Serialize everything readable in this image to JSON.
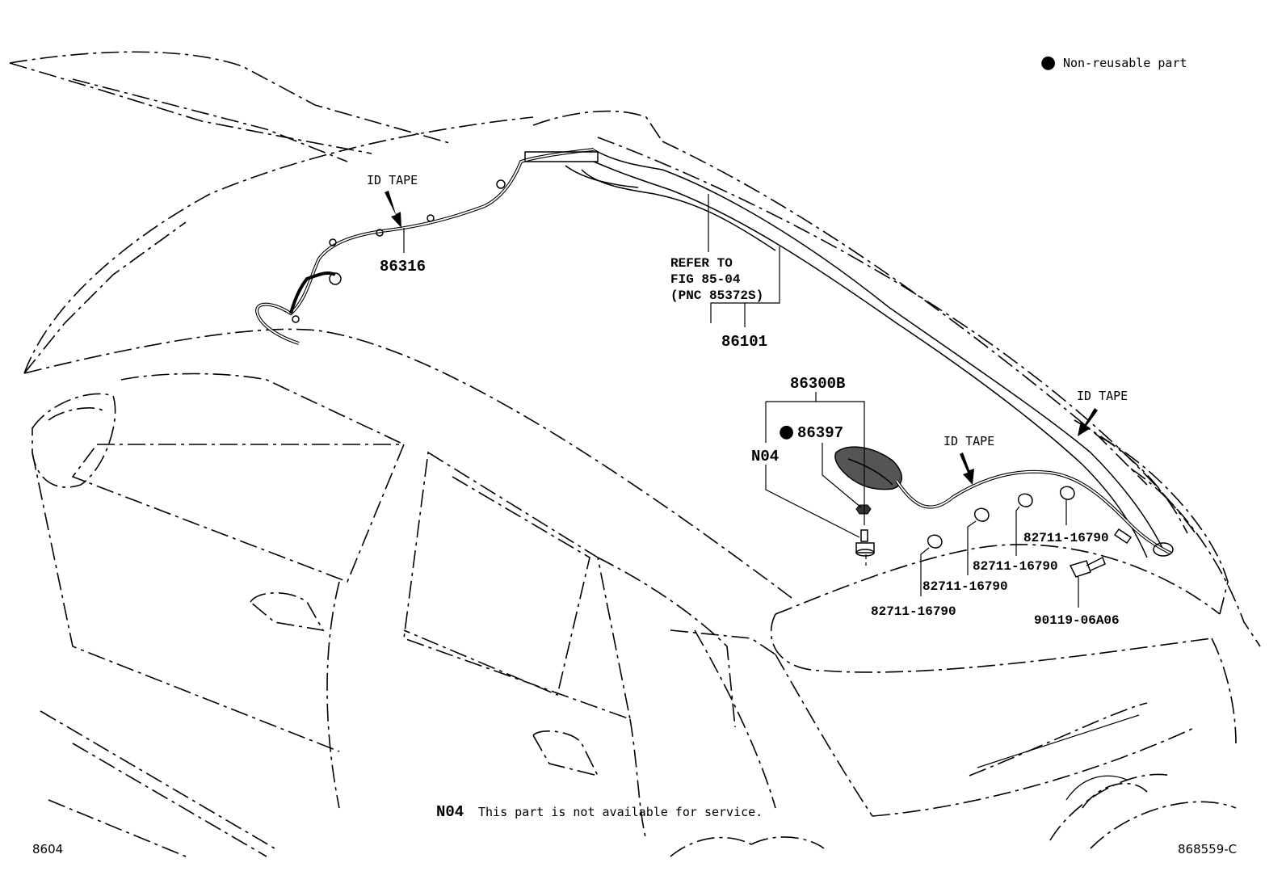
{
  "legend": {
    "marker": "●",
    "text": "Non-reusable part"
  },
  "labels": {
    "id_tape_left": "ID TAPE",
    "id_tape_mid": "ID TAPE",
    "id_tape_right": "ID TAPE",
    "part_86316": "86316",
    "refer_line1": "REFER TO",
    "refer_line2": "FIG 85-04",
    "refer_line3": "(PNC 85372S)",
    "part_86101": "86101",
    "part_86300B": "86300B",
    "part_86397": "86397",
    "part_N04": "N04",
    "clip_1": "82711-16790",
    "clip_2": "82711-16790",
    "clip_3": "82711-16790",
    "clip_4": "82711-16790",
    "bolt": "90119-06A06"
  },
  "footnote": {
    "code": "N04",
    "text": "This part is not available for service."
  },
  "figure_code_left": "8604",
  "figure_code_right": "868559-C",
  "colors": {
    "line": "#000000",
    "background": "#ffffff"
  }
}
